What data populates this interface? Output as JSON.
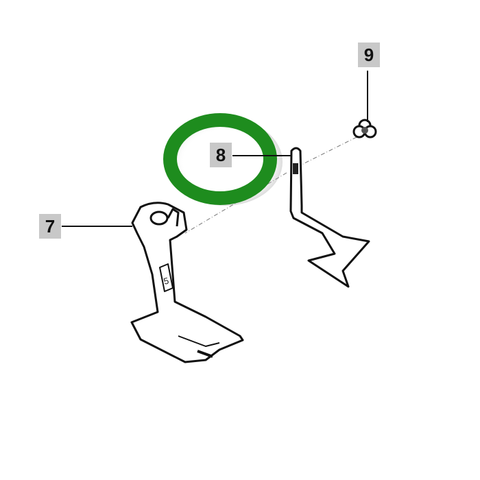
{
  "diagram": {
    "type": "exploded-parts-diagram",
    "colors": {
      "background": "#ffffff",
      "highlight_ring": "#1e8c1e",
      "callout_box": "#c8c8c8",
      "line": "#111111"
    },
    "callouts": [
      {
        "number": "7",
        "part": "presser-foot"
      },
      {
        "number": "8",
        "part": "thread-guide-bracket",
        "highlighted": true
      },
      {
        "number": "9",
        "part": "screw"
      }
    ],
    "part_labels": {
      "foot_stamp": "5"
    }
  }
}
